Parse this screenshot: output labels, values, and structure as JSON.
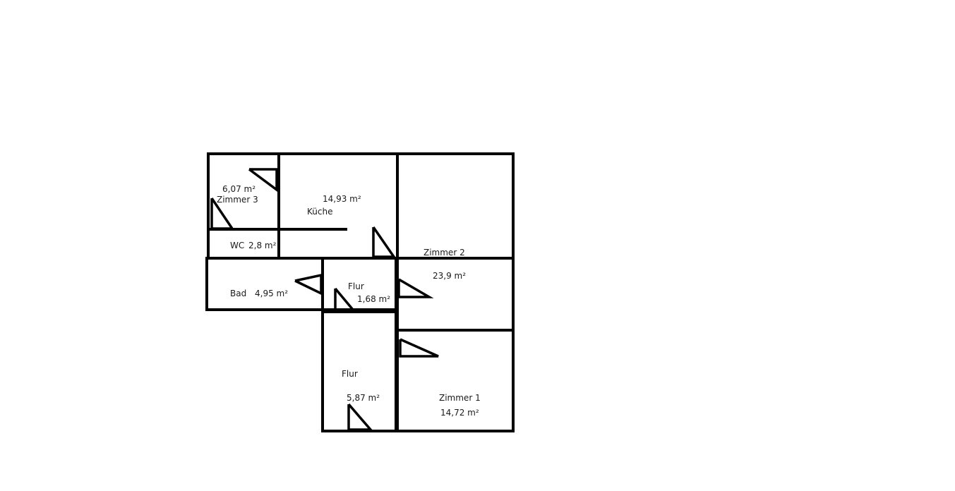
{
  "plan": {
    "rooms": [
      {
        "id": "zimmer3",
        "name": "Zimmer 3",
        "area": "6,07 m²"
      },
      {
        "id": "kueche",
        "name": "Küche",
        "area": "14,93 m²"
      },
      {
        "id": "wc",
        "name": "WC",
        "area": "2,8 m²"
      },
      {
        "id": "zimmer2",
        "name": "Zimmer 2",
        "area": "23,9 m²"
      },
      {
        "id": "bad",
        "name": "Bad",
        "area": "4,95 m²"
      },
      {
        "id": "flur-small",
        "name": "Flur",
        "area": "1,68 m²"
      },
      {
        "id": "flur-large",
        "name": "Flur",
        "area": "5,87 m²"
      },
      {
        "id": "zimmer1",
        "name": "Zimmer 1",
        "area": "14,72 m²"
      }
    ],
    "colors": {
      "wall": "#000000",
      "label": "#1a1a1a",
      "background": "#ffffff"
    }
  }
}
